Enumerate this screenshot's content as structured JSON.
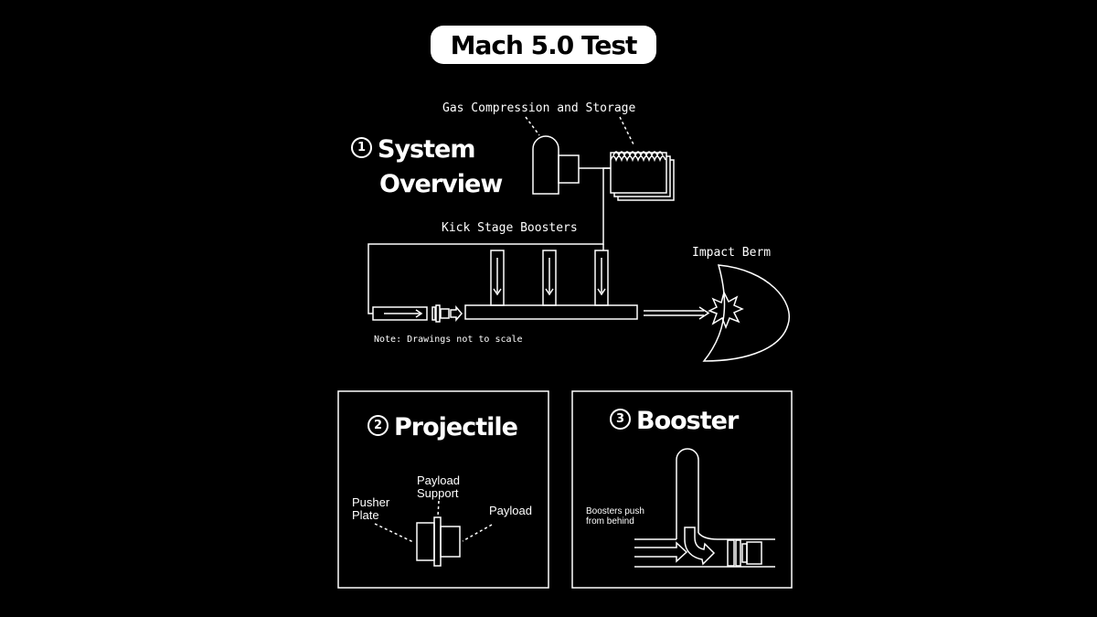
{
  "title": "Mach 5.0 Test",
  "overview": {
    "number": "1",
    "heading_line1": "System",
    "heading_line2": "Overview",
    "gas_label": "Gas Compression and Storage",
    "kick_label": "Kick Stage Boosters",
    "berm_label": "Impact Berm",
    "note": "Note: Drawings not to scale"
  },
  "projectile": {
    "number": "2",
    "heading": "Projectile",
    "pusher_label_1": "Pusher",
    "pusher_label_2": "Plate",
    "support_label_1": "Payload",
    "support_label_2": "Support",
    "payload_label": "Payload"
  },
  "booster": {
    "number": "3",
    "heading": "Booster",
    "note_1": "Boosters push",
    "note_2": "from behind"
  },
  "colors": {
    "background": "#000000",
    "foreground": "#ffffff"
  }
}
